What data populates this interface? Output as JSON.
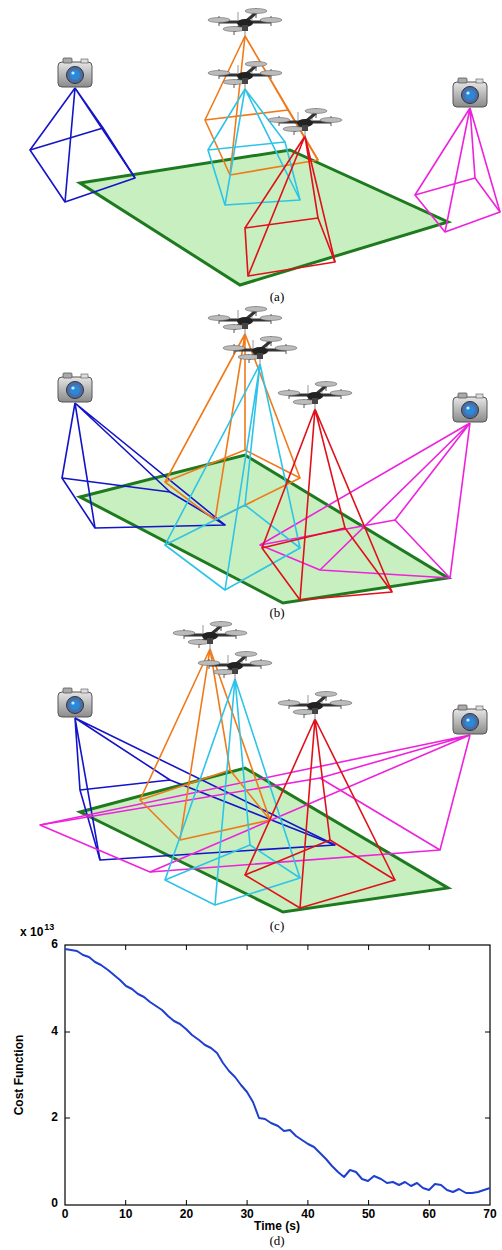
{
  "diagram": {
    "labels": [
      "(a)",
      "(b)",
      "(c)",
      "x 10",
      "13",
      "6",
      "4",
      "2",
      "0",
      "Cost Function",
      "0",
      "10",
      "20",
      "30",
      "40",
      "50",
      "60",
      "70",
      "Time (s)",
      "(d)"
    ]
  }
}
